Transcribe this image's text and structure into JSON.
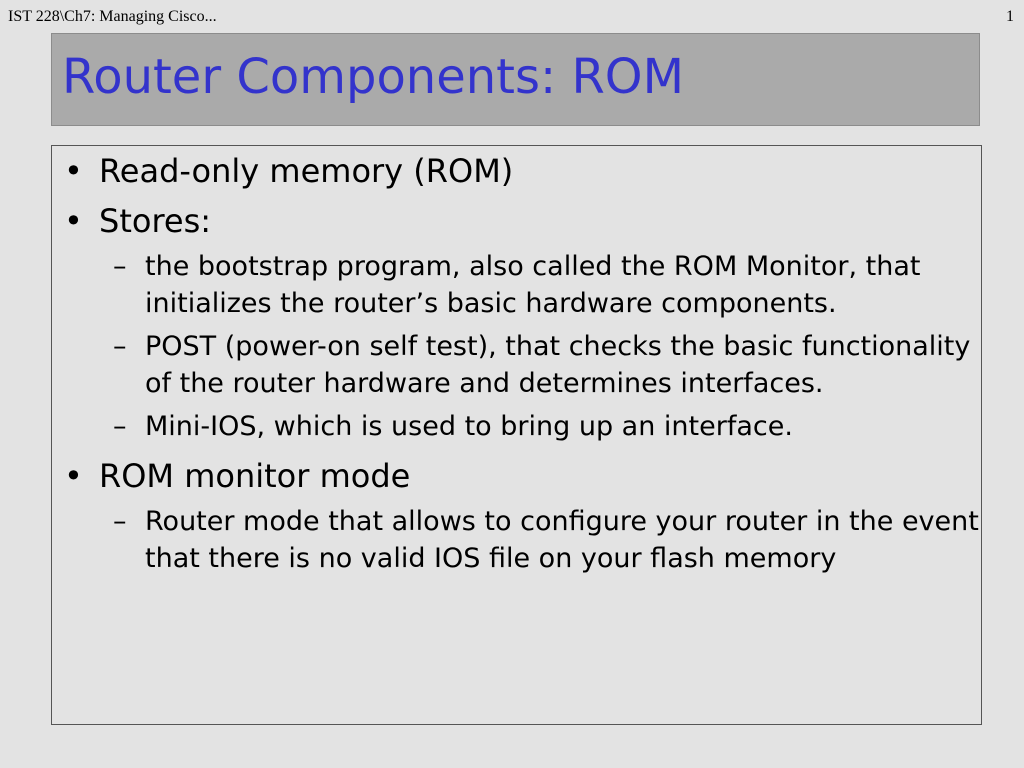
{
  "header": {
    "left_text": "IST 228\\Ch7: Managing Cisco...",
    "page_number": "1"
  },
  "slide": {
    "title": "Router Components: ROM",
    "bullets": [
      {
        "text": "Read-only memory (ROM)",
        "sub": []
      },
      {
        "text": "Stores:",
        "sub": [
          "the bootstrap program, also called the ROM Monitor, that initializes the router’s basic hardware components.",
          "POST (power-on self test), that checks the basic functionality of the router hardware and determines interfaces.",
          "Mini-IOS, which is used to bring up an interface."
        ]
      },
      {
        "text": "ROM monitor mode",
        "sub": [
          "Router mode that allows to configure your router in the event that there is no valid IOS file on your flash memory"
        ]
      }
    ]
  },
  "markers": {
    "bullet": "•",
    "dash": "–"
  },
  "colors": {
    "title_text": "#3333cc",
    "title_background": "#aaaaaa",
    "page_background": "#e3e3e3"
  }
}
